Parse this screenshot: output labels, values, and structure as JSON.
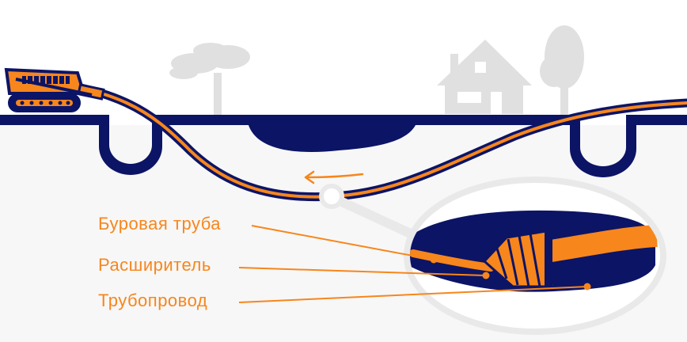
{
  "labels": {
    "drill_pipe": "Буровая труба",
    "reamer": "Расширитель",
    "pipeline": "Трубопровод"
  },
  "colors": {
    "navy": "#0c1466",
    "orange": "#f7861c",
    "ground": "#f7f7f7",
    "silhouette": "#e0e0e0",
    "lens": "#e9e9e9",
    "background": "#ffffff"
  },
  "icons": [
    "drilling-rig-icon",
    "tree-icon",
    "house-icon",
    "direction-arrow-icon",
    "reamer-icon"
  ]
}
